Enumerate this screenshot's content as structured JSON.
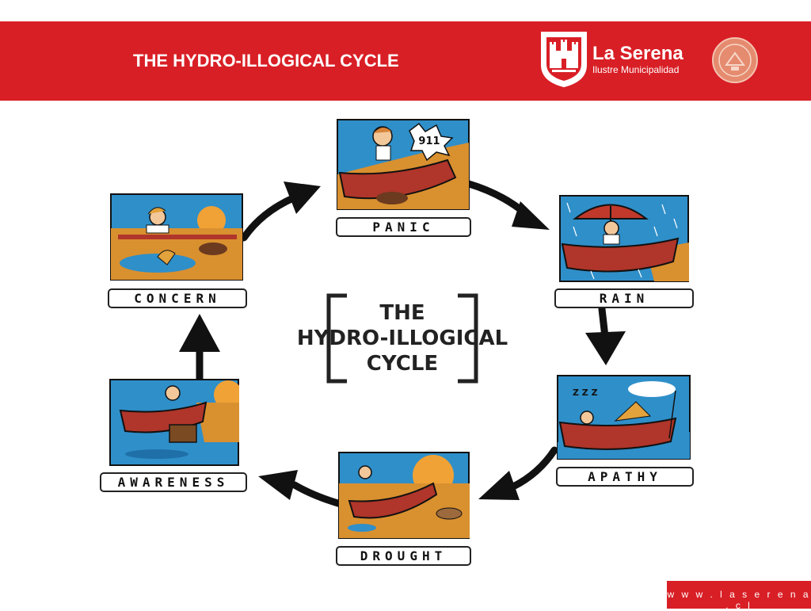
{
  "header": {
    "title": "THE HYDRO-ILLOGICAL CYCLE",
    "logo_name": "La Serena",
    "logo_subtitle": "Ilustre Municipalidad",
    "brand_color": "#d91f26"
  },
  "diagram": {
    "center_title_lines": [
      "THE",
      "HYDRO-ILLOGICAL",
      "CYCLE"
    ],
    "stages": [
      {
        "label": "PANIC",
        "caption": "911"
      },
      {
        "label": "RAIN"
      },
      {
        "label": "APATHY",
        "caption": "Z Z Z"
      },
      {
        "label": "DROUGHT"
      },
      {
        "label": "AWARENESS"
      },
      {
        "label": "CONCERN"
      }
    ]
  },
  "footer": {
    "url": "w w w . l a s e r e n a . c l"
  }
}
